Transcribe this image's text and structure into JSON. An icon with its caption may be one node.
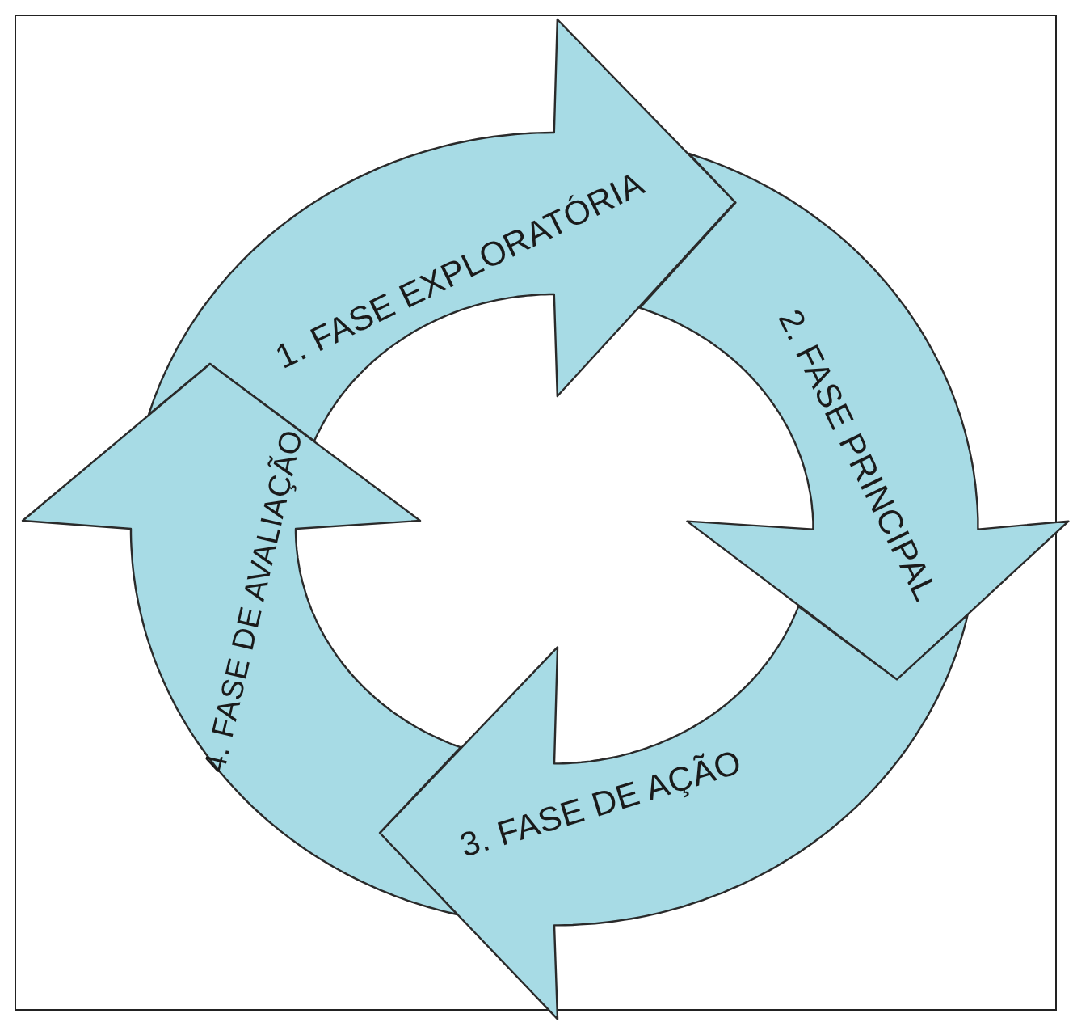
{
  "diagram": {
    "nodes": [
      {
        "text": [
          "1. FASE EXPLORATÓRIA"
        ]
      },
      {
        "text": [
          "2. FASE PRINCIPAL"
        ]
      },
      {
        "text": [
          "3. FASE DE AÇÃO"
        ]
      },
      {
        "text": [
          "4. FASE DE AVALIAÇÃO"
        ]
      }
    ]
  }
}
